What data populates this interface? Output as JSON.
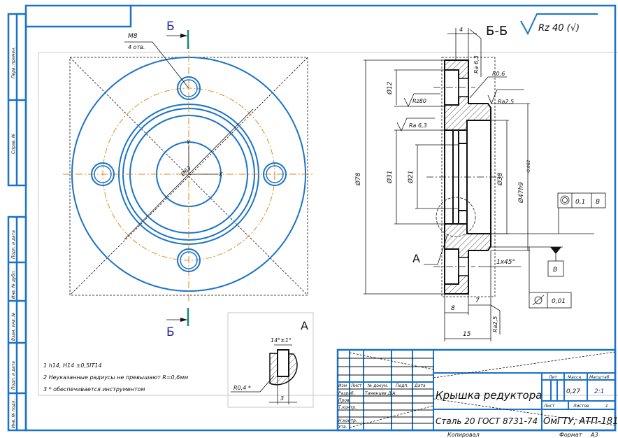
{
  "colors": {
    "frame": "#1a73c9",
    "axis": "#e08a1e",
    "cut_marker": "#1a8a7a",
    "letters": "#2a2aa0"
  },
  "side_strip": [
    "Перв. примен.",
    "Справ. №",
    "Подп. и дата",
    "Инв. № дубл.",
    "Взам. инв. №",
    "Подп. и дата",
    "Инв. № подл."
  ],
  "front_view": {
    "thread_label": "M8",
    "thread_count": "4 отв.",
    "diameter_label": "Ø63",
    "axis_x": "X",
    "axis_y": "Y",
    "cut_top": "Б",
    "cut_bottom": "Б"
  },
  "section": {
    "title": "Б-Б",
    "roughness_default": "Rz 40 (√)",
    "dims": {
      "d78": "Ø78",
      "d12": "Ø12",
      "d31": "Ø31",
      "d21": "Ø21",
      "d38": "Ø38",
      "d47": "Ø47h9",
      "d47_tol": "-0,062",
      "w4": "4",
      "w8": "8",
      "w7": "7",
      "w15": "15",
      "chamfer": "1x45°"
    },
    "roughness": {
      "ra63_top": "Ra 6,3",
      "r06": "R0,6",
      "ra25": "Ra2,5",
      "rz80": "Rz80",
      "ra63": "Ra 6,3",
      "ra25_bottom": "Ra2,5"
    },
    "detail_callout": "А",
    "tolerance_concentric": {
      "value": "0,1",
      "datum": "B"
    },
    "tolerance_runout": {
      "value": "0,01"
    },
    "datum": "B"
  },
  "detail": {
    "title": "А",
    "angle": "14°±1°",
    "radius": "R0,4 *",
    "width": "3"
  },
  "notes": [
    "1 h14, H14 ±0,5IT14",
    "2 Неуказанные радиусы не превышают R=0,6мм",
    "3 * обеспечивается инструментом"
  ],
  "title_block": {
    "headers": [
      "Изм",
      "Лист",
      "№ докум.",
      "Подп.",
      "Дата"
    ],
    "roles": [
      "Разраб.",
      "Пров.",
      "Т.контр.",
      "Н.контр.",
      "Утв."
    ],
    "developer": "Таменцев Д.А.",
    "part_name": "Крышка редуктора",
    "material": "Сталь 20  ГОСТ 8731-74",
    "lit_label": "Лит",
    "mass_label": "Масса",
    "scale_label": "Масштаб",
    "mass": "0,27",
    "scale": "2:1",
    "sheet_label": "Лист",
    "sheets_label": "Листов",
    "sheets": "1",
    "org": "ОмГТУ, АТП-181",
    "copied": "Копировал",
    "format_label": "Формат",
    "format": "А3"
  }
}
